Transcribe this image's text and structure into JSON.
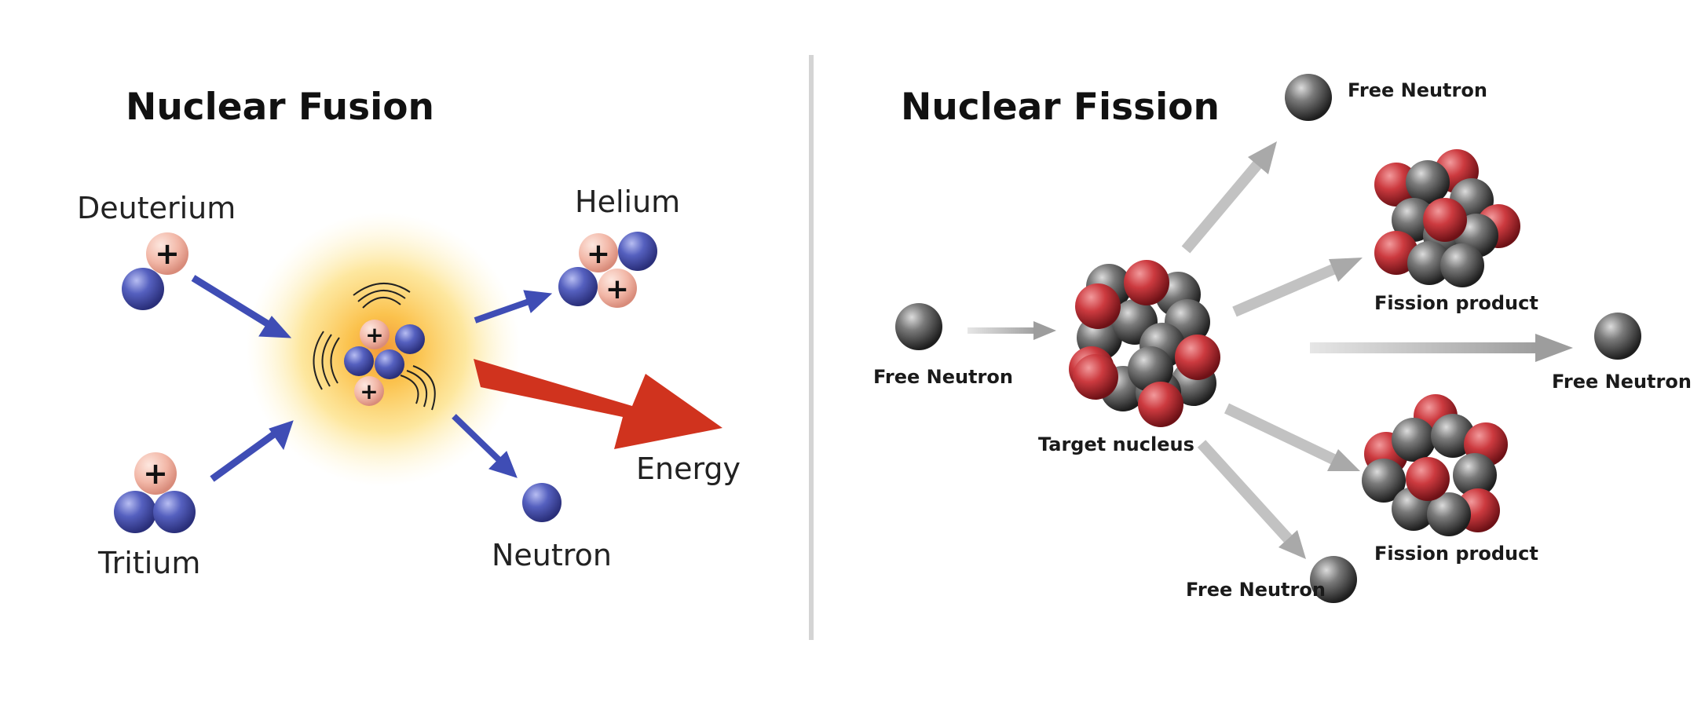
{
  "fusion": {
    "title": "Nuclear Fusion",
    "labels": {
      "deuterium": "Deuterium",
      "tritium": "Tritium",
      "helium": "Helium",
      "neutron": "Neutron",
      "energy": "Energy"
    },
    "proton_symbol": "+"
  },
  "fission": {
    "title": "Nuclear Fission",
    "labels": {
      "incoming_neutron": "Free Neutron",
      "target_nucleus": "Target nucleus",
      "neutron_top": "Free Neutron",
      "fission_product_upper": "Fission product",
      "neutron_right": "Free Neutron",
      "fission_product_lower": "Fission product",
      "neutron_bottom": "Free Neutron"
    }
  },
  "colors": {
    "proton": "#f0b4a4",
    "neutron_blue": "#4b53b0",
    "arrow_blue": "#3f4db5",
    "energy_arrow": "#d0331e",
    "glow": "#ffd24a",
    "nucleon_red": "#c8343a",
    "nucleon_gray": "#5e5e5e",
    "fission_arrow": "#b3b3b3",
    "divider": "#d4d4d4"
  }
}
